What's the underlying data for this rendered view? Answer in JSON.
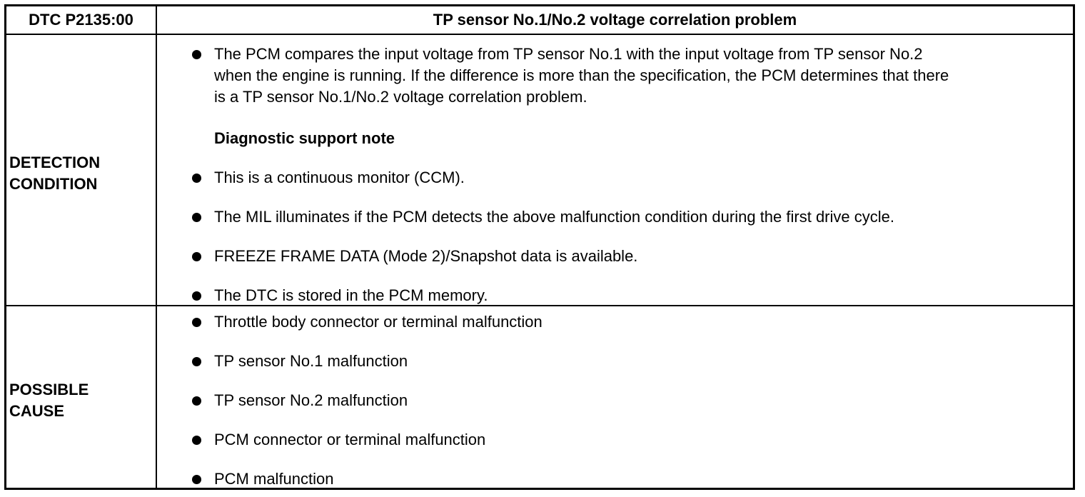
{
  "header": {
    "dtc_code": "DTC P2135:00",
    "title": "TP sensor No.1/No.2 voltage correlation problem"
  },
  "detection": {
    "label_line1": "DETECTION",
    "label_line2": "CONDITION",
    "main_bullet": [
      "The PCM compares the input voltage from TP sensor No.1 with the input voltage from TP sensor No.2",
      "when the engine is running. If the difference is more than the specification, the PCM determines that there",
      "is a TP sensor No.1/No.2 voltage correlation problem."
    ],
    "note_heading": "Diagnostic support note",
    "notes": [
      "This is a continuous monitor (CCM).",
      "The MIL illuminates if the PCM detects the above malfunction condition during the first drive cycle.",
      "FREEZE FRAME DATA (Mode 2)/Snapshot data is available.",
      "The DTC is stored in the PCM memory."
    ]
  },
  "possible_cause": {
    "label_line1": "POSSIBLE",
    "label_line2": "CAUSE",
    "items": [
      "Throttle body connector or terminal malfunction",
      "TP sensor No.1 malfunction",
      "TP sensor No.2 malfunction",
      "PCM connector or terminal malfunction",
      "PCM malfunction"
    ]
  }
}
